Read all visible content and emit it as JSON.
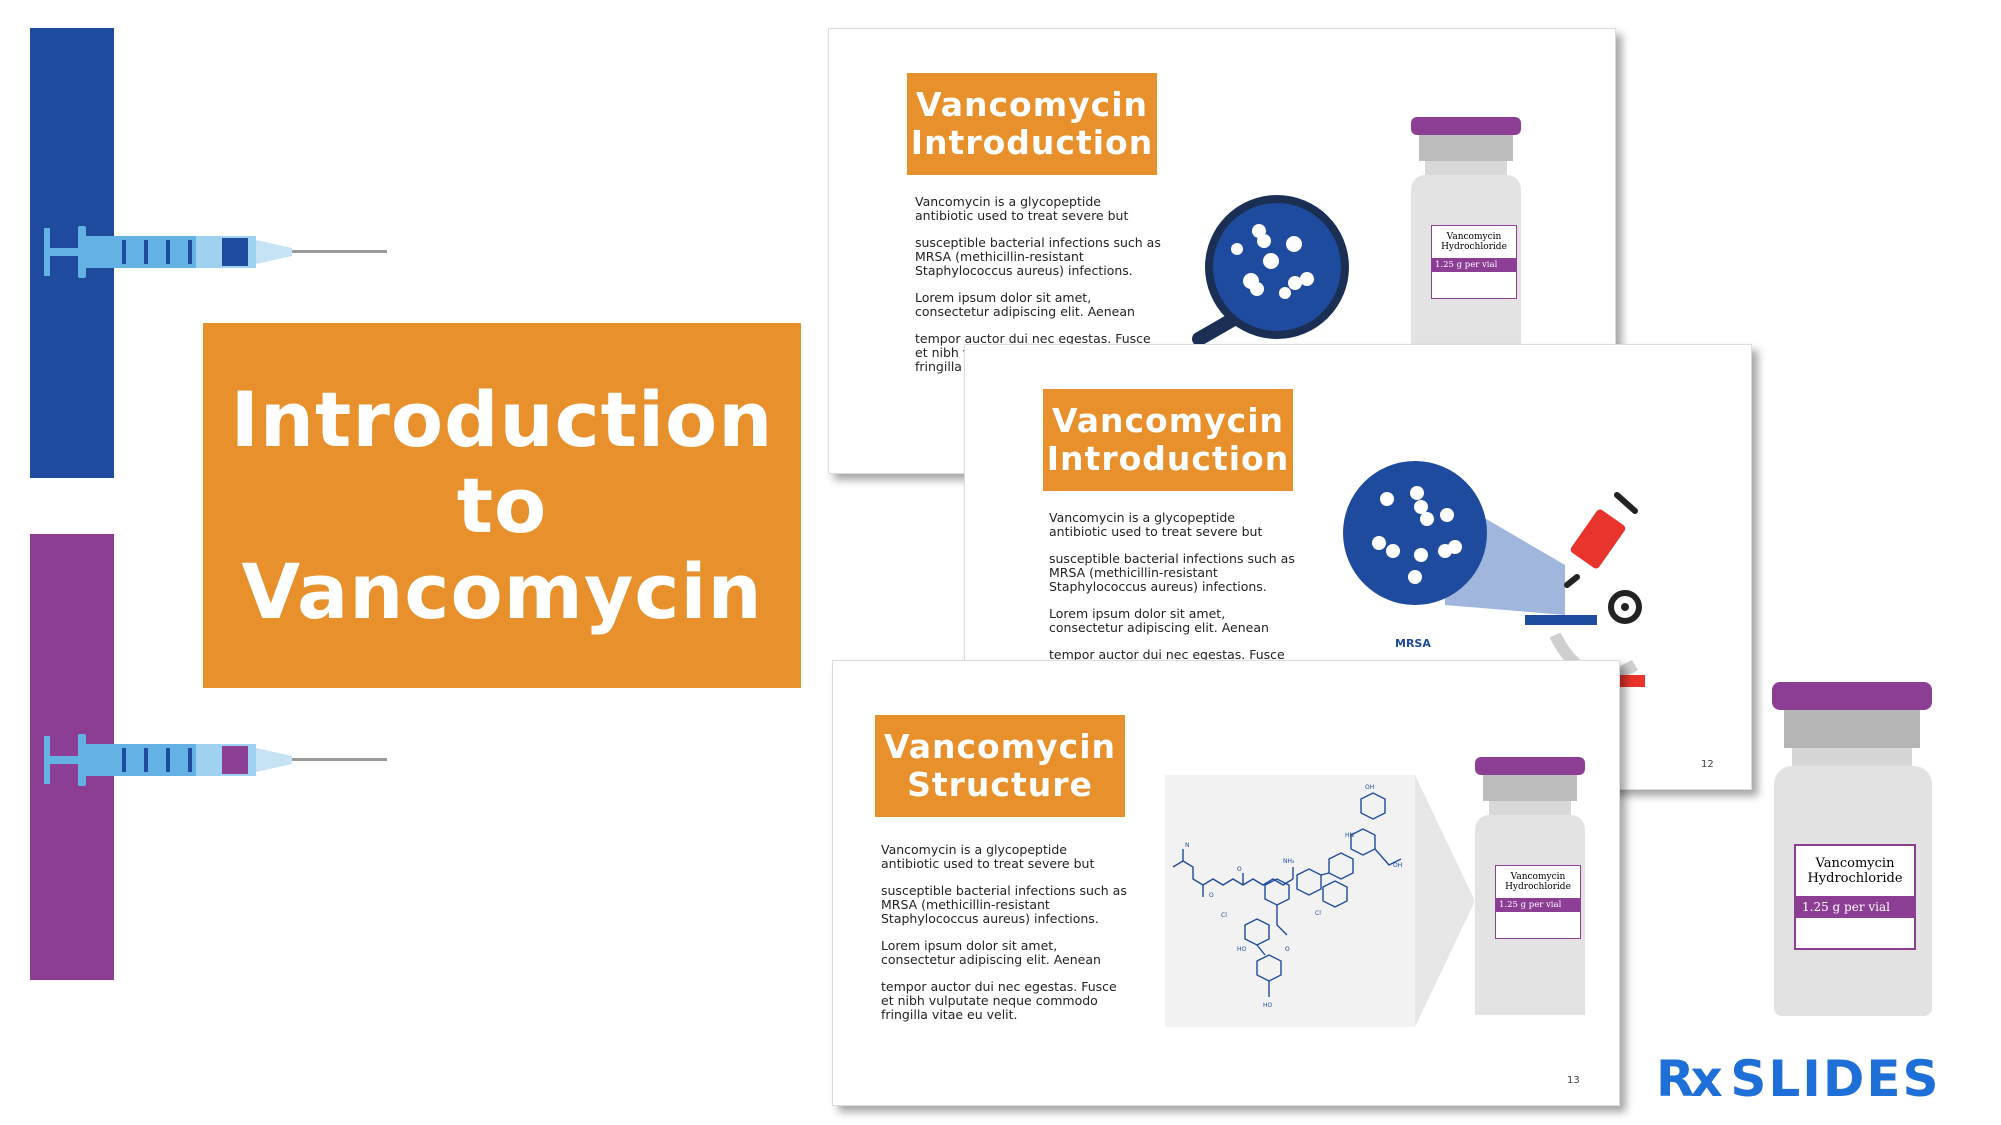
{
  "main": {
    "title_lines": [
      "Introduction",
      "to",
      "Vancomycin"
    ]
  },
  "colors": {
    "blue_bar": "#1f4b9e",
    "purple_bar": "#8b3e93",
    "orange": "#e8902b",
    "syringe_blue": "#64b2e3",
    "dark_blue": "#1f4b9e",
    "purple": "#8b3e93"
  },
  "slides": [
    {
      "title_lines": [
        "Vancomycin",
        "Introduction"
      ],
      "paragraphs": [
        "Vancomycin is a glycopeptide\nantibiotic used to treat severe but",
        "susceptible bacterial infections such as\nMRSA (methicillin-resistant\nStaphylococcus aureus) infections.",
        "Lorem ipsum dolor sit amet,\nconsectetur adipiscing elit. Aenean",
        "tempor auctor dui nec egestas. Fusce\net nibh vulputate neque commodo\nfringilla vitae eu velit."
      ],
      "vial_label_lines": [
        "Vancomycin",
        "Hydrochloride"
      ],
      "vial_dose": "1.25 g per vial"
    },
    {
      "title_lines": [
        "Vancomycin",
        "Introduction"
      ],
      "paragraphs": [
        "Vancomycin is a glycopeptide\nantibiotic used to treat severe but",
        "susceptible bacterial infections such as\nMRSA (methicillin-resistant\nStaphylococcus aureus) infections.",
        "Lorem ipsum dolor sit amet,\nconsectetur adipiscing elit. Aenean",
        "tempor auctor dui nec egestas. Fusce"
      ],
      "mrsa_label": "MRSA",
      "page_number": "12"
    },
    {
      "title_lines": [
        "Vancomycin",
        "Structure"
      ],
      "paragraphs": [
        "Vancomycin is a glycopeptide\nantibiotic used to treat severe but",
        "susceptible bacterial infections such as\nMRSA (methicillin-resistant\nStaphylococcus aureus) infections.",
        "Lorem ipsum dolor sit amet,\nconsectetur adipiscing elit. Aenean",
        "tempor auctor dui nec egestas. Fusce\net nibh vulputate neque commodo\nfringilla vitae eu velit."
      ],
      "vial_label_lines": [
        "Vancomycin",
        "Hydrochloride"
      ],
      "vial_dose": "1.25 g per vial",
      "page_number": "13"
    }
  ],
  "big_vial": {
    "label_lines": [
      "Vancomycin",
      "Hydrochloride"
    ],
    "dose": "1.25 g per vial"
  },
  "logo": {
    "rx": "Rx",
    "slides": "SLIDES"
  }
}
